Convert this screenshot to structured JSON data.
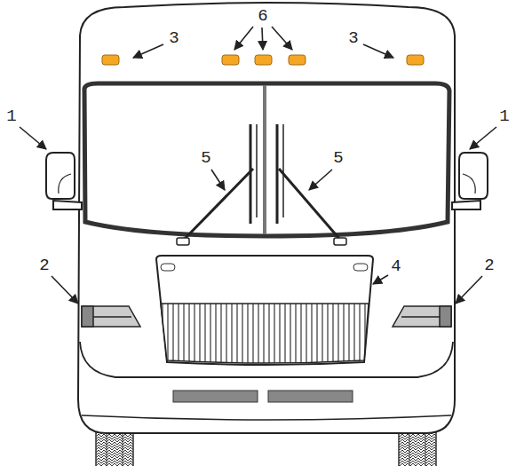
{
  "diagram": {
    "labels": [
      "6",
      "3",
      "3",
      "1",
      "1",
      "5",
      "5",
      "2",
      "2",
      "4"
    ]
  }
}
